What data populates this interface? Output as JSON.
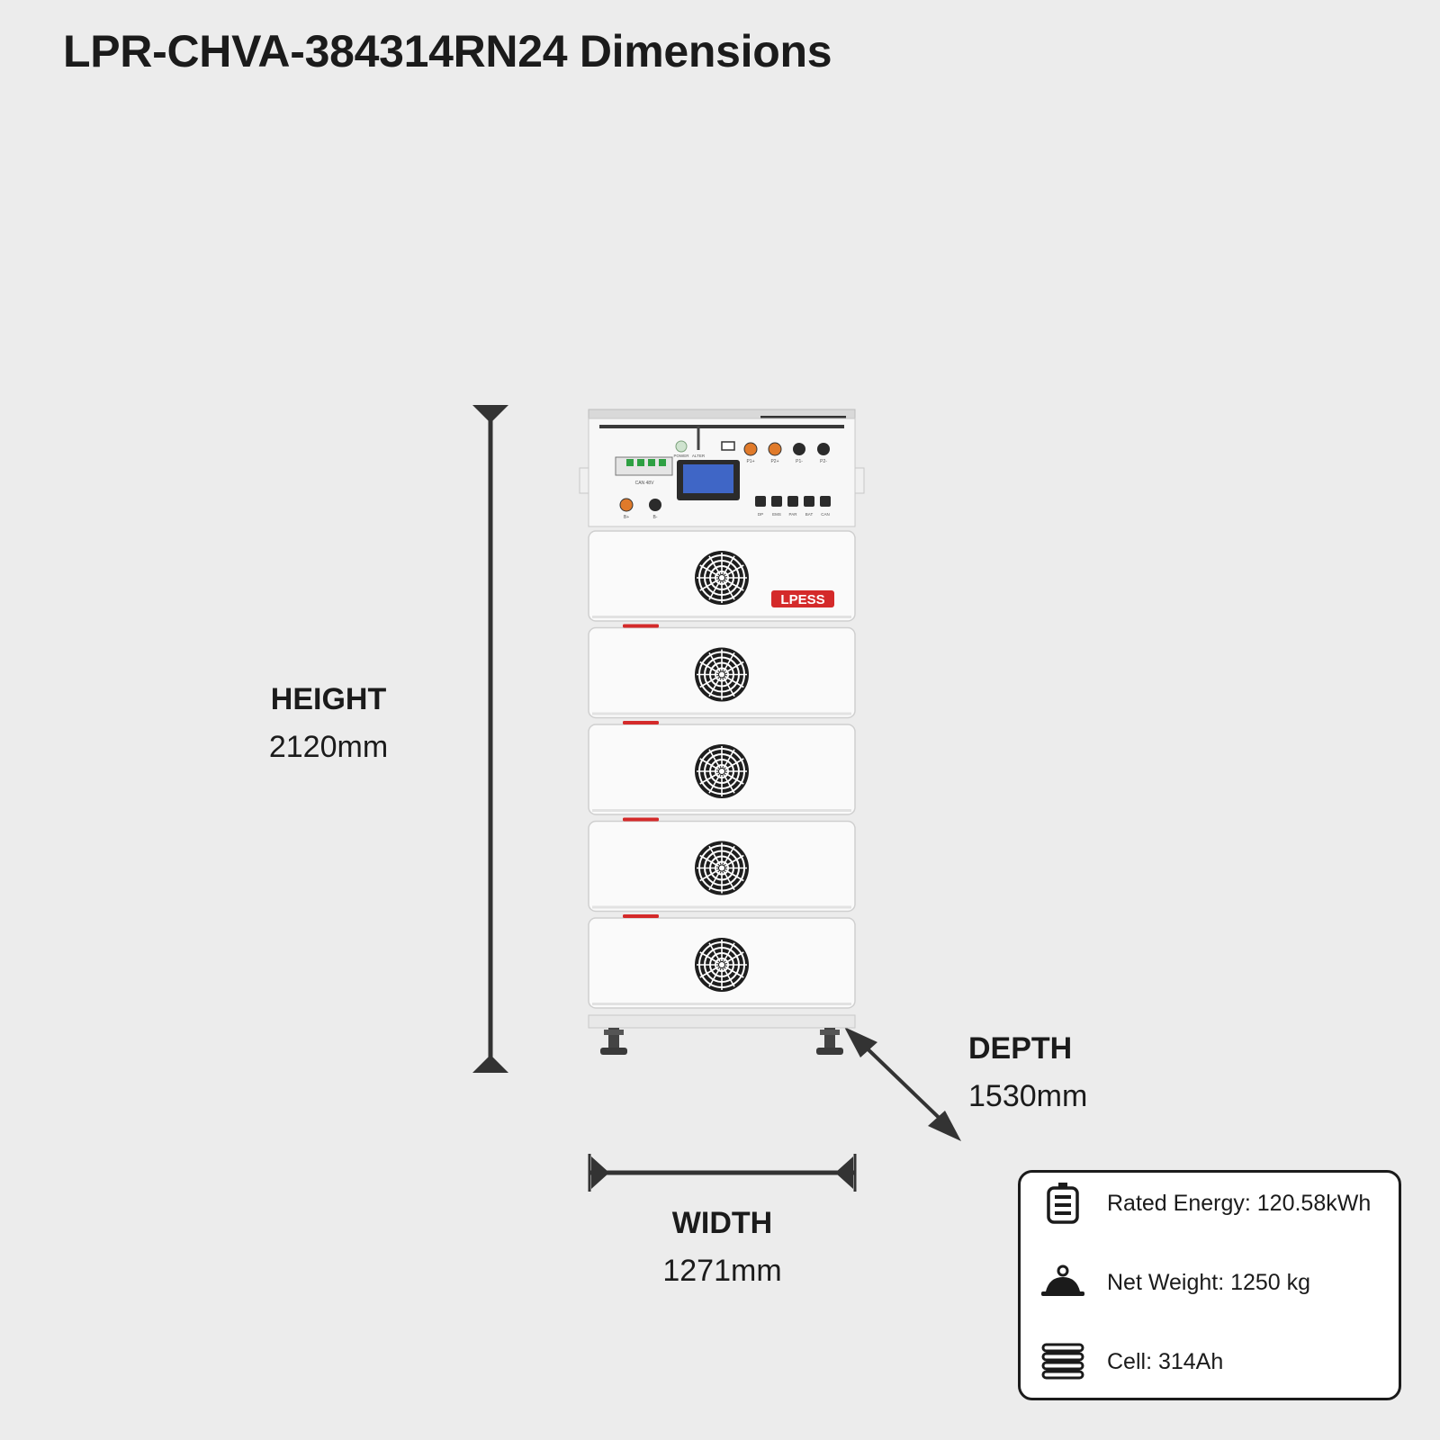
{
  "title": "LPR-CHVA-384314RN24 Dimensions",
  "dimensions": {
    "height": {
      "name": "HEIGHT",
      "value": "2120mm"
    },
    "width": {
      "name": "WIDTH",
      "value": "1271mm"
    },
    "depth": {
      "name": "DEPTH",
      "value": "1530mm"
    }
  },
  "brand": {
    "logo_text": "LPESS",
    "color": "#d42a2a"
  },
  "controller": {
    "breaker_label": "CAN 48V",
    "indicators": [
      "POWER",
      "ALTER"
    ],
    "top_ports": [
      "P1+",
      "P2+",
      "P1-",
      "P2-"
    ],
    "bottom_left_ports": [
      "B+",
      "B-"
    ],
    "comm_ports": [
      "DP",
      "EMS",
      "PAR",
      "BAT",
      "CAN"
    ]
  },
  "specs": [
    {
      "icon": "battery-icon",
      "text": "Rated Energy: 120.58kWh"
    },
    {
      "icon": "scale-icon",
      "text": "Net Weight: 1250 kg"
    },
    {
      "icon": "cell-stack-icon",
      "text": "Cell: 314Ah"
    }
  ],
  "colors": {
    "background": "#ececec",
    "text": "#1b1b1b",
    "accent": "#d42a2a",
    "screen": "#3f66c6"
  }
}
